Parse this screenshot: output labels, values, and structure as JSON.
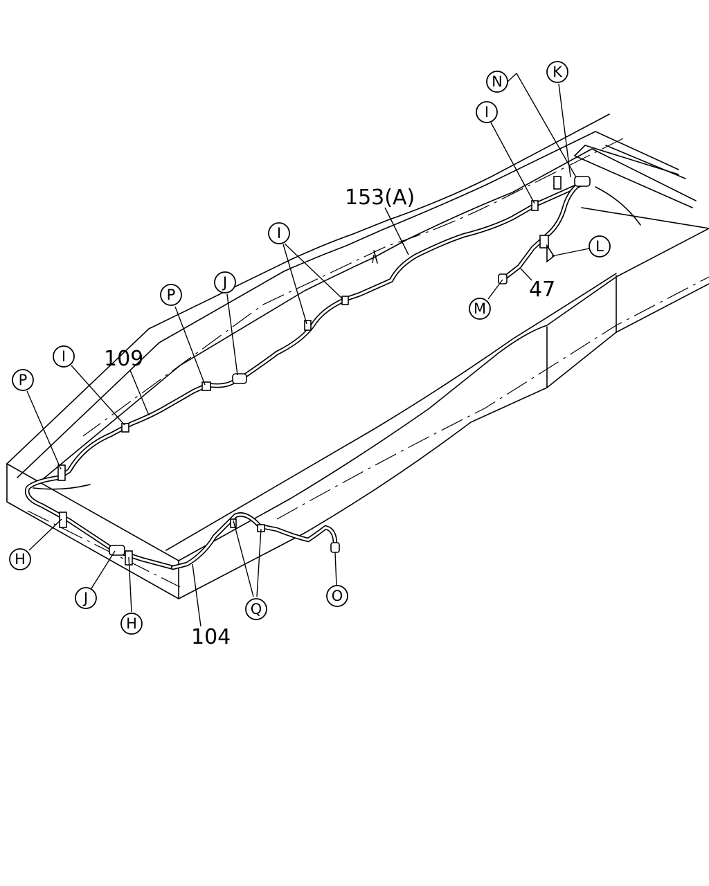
{
  "diagram": {
    "part_numbers": {
      "p153a": "153(A)",
      "p109": "109",
      "p104": "104",
      "p47": "47"
    },
    "callouts": {
      "n": "N",
      "k": "K",
      "i_top": "I",
      "l": "L",
      "m": "M",
      "i_mid": "I",
      "j_mid": "J",
      "p_mid": "P",
      "i_left": "I",
      "p_left": "P",
      "h_left": "H",
      "j_low": "J",
      "h_low": "H",
      "q": "Q",
      "o": "O"
    }
  }
}
